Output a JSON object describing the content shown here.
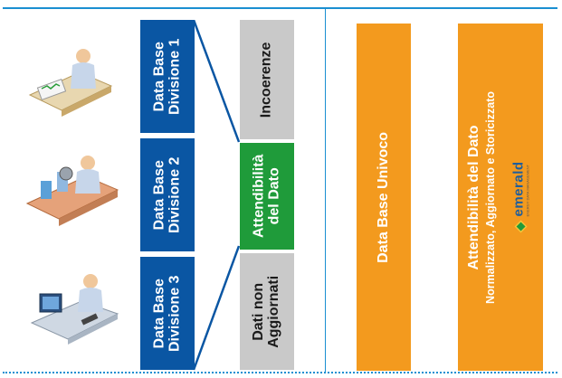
{
  "left_panel": {
    "divisions": [
      {
        "label_line1": "Data Base",
        "label_line2": "Divisione 1"
      },
      {
        "label_line1": "Data Base",
        "label_line2": "Divisione 2"
      },
      {
        "label_line1": "Data Base",
        "label_line2": "Divisione 3"
      }
    ],
    "status": {
      "incoerenze": "Incoerenze",
      "attendibilita_line1": "Attendibilità",
      "attendibilita_line2": "del Dato",
      "non_aggiornati_line1": "Dati non",
      "non_aggiornati_line2": "Aggiornati"
    }
  },
  "right_panel": {
    "database_label": "Data Base Univoco",
    "attendibilita_title": "Attendibilità del Dato",
    "attendibilita_subtitle": "Normalizzato, Aggiornato e Storicizzato",
    "logo_text": "emerald",
    "logo_tagline": "ENERGY DATA MANAGEMENT"
  },
  "colors": {
    "blue": "#0a56a3",
    "green": "#1f9b3a",
    "gray": "#c9c9c9",
    "orange": "#f39a1e",
    "frame": "#1a8fd1"
  }
}
